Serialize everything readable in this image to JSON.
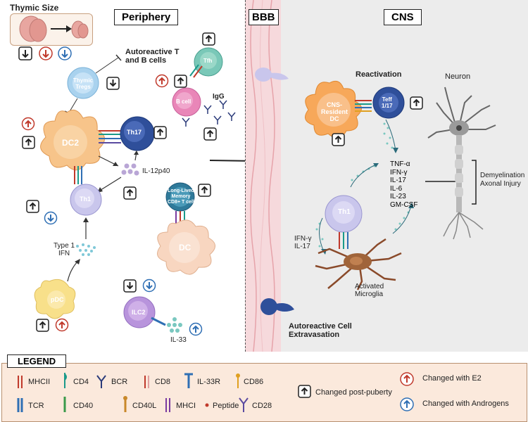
{
  "thymic_size": {
    "title": "Thymic Size"
  },
  "panels": {
    "periphery": "Periphery",
    "bbb": "BBB",
    "cns": "CNS"
  },
  "periphery": {
    "autoreactive": "Autoreactive T\nand B cells",
    "thymic_tregs": "Thymic\nTregs",
    "tfh": "Tfh",
    "b_cell": "B cell",
    "igg": "IgG",
    "dc2": "DC2",
    "th17": "Th17",
    "il12p40": "IL-12p40",
    "th1": "Th1",
    "memory_cd8": "Long-Lived\nMemory\nCD8+ T cell",
    "dc": "DC",
    "type1_ifn": "Type 1\nIFN",
    "pdc": "pDC",
    "ilc2": "ILC2",
    "il33": "IL-33"
  },
  "cns": {
    "reactivation": "Reactivation",
    "resident_dc": "CNS-\nResident\nDC",
    "teff": "Teff\n1/17",
    "neuron": "Neuron",
    "cytokines": [
      "TNF-α",
      "IFN-γ",
      "IL-17",
      "IL-6",
      "IL-23",
      "GM-CSF"
    ],
    "outcome": "Demyelination\nAxonal Injury",
    "th1": "Th1",
    "ifn_il17": "IFN-γ\nIL-17",
    "microglia": "Activated\nMicroglia",
    "extravasation": "Autoreactive Cell\nExtravasation"
  },
  "legend": {
    "title": "LEGEND",
    "items": [
      {
        "label": "MHCII",
        "color": "#c0392b"
      },
      {
        "label": "CD4",
        "color": "#1a9a8a"
      },
      {
        "label": "BCR",
        "color": "#2b3b7a"
      },
      {
        "label": "CD8",
        "color": "#c0392b"
      },
      {
        "label": "IL-33R",
        "color": "#2f6fb4"
      },
      {
        "label": "CD86",
        "color": "#e0a020"
      },
      {
        "label": "TCR",
        "color": "#2f6fb4"
      },
      {
        "label": "CD40",
        "color": "#3a9a4a"
      },
      {
        "label": "CD40L",
        "color": "#c8882a"
      },
      {
        "label": "MHCI",
        "color": "#7a3aa0"
      },
      {
        "label": "Peptide",
        "color": "#c0392b"
      },
      {
        "label": "CD28",
        "color": "#5a4aa0"
      }
    ],
    "key_post_puberty": "Changed post-puberty",
    "key_e2": "Changed with E2",
    "key_androgens": "Changed with Androgens"
  },
  "colors": {
    "e2": "#c0392b",
    "androgen": "#2f6fb4",
    "bbb_bg": "#f6d9dc",
    "cns_bg": "#ececec",
    "legend_bg": "#fbe9dc"
  }
}
